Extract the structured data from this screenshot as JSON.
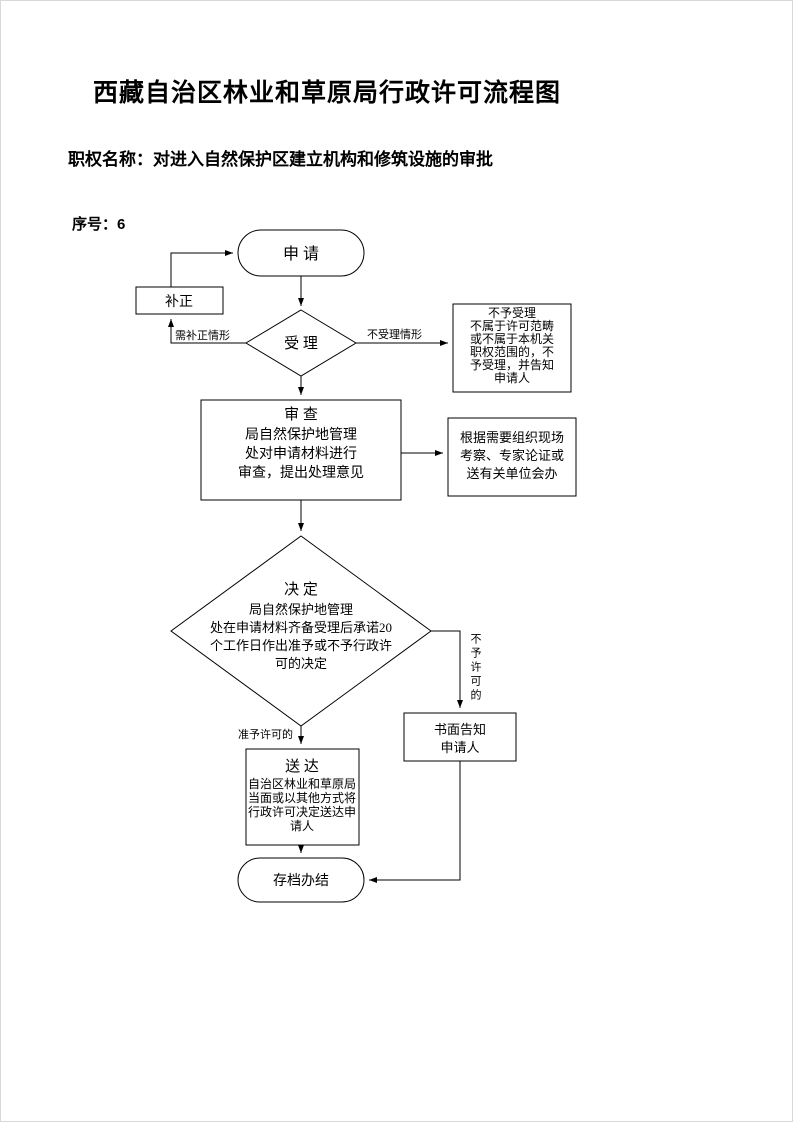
{
  "colors": {
    "ink": "#000000",
    "paper": "#ffffff"
  },
  "page": {
    "title": "西藏自治区林业和草原局行政许可流程图",
    "subtitle": "职权名称：对进入自然保护区建立机构和修筑设施的审批",
    "serial": "序号：6"
  },
  "flow": {
    "apply_label": "申  请",
    "correction_label": "补正",
    "accept_label": "受  理",
    "need_correction_label": "需补正情形",
    "not_accept_label": "不受理情形",
    "reject": {
      "lines": [
        "不予受理",
        "不属于许可范畴",
        "或不属于本机关",
        "职权范围的，不",
        "予受理，并告知",
        "申请人"
      ]
    },
    "review": {
      "title": "审  查",
      "lines": [
        "局自然保护地管理",
        "处对申请材料进行",
        "审查，提出处理意见"
      ]
    },
    "onsite": {
      "lines": [
        "根据需要组织现场",
        "考察、专家论证或",
        "送有关单位会办"
      ]
    },
    "decision": {
      "title": "决  定",
      "lines": [
        "局自然保护地管理",
        "处在申请材料齐备受理后承诺20",
        "个工作日作出准予或不予行政许",
        "可的决定"
      ]
    },
    "granted_label": "准予许可的",
    "denied_label": "不予许可的",
    "notify": {
      "lines": [
        "书面告知",
        "申请人"
      ]
    },
    "deliver": {
      "title": "送  达",
      "lines": [
        "自治区林业和草原局",
        "当面或以其他方式将",
        "行政许可决定送达申",
        "请人"
      ]
    },
    "archive_label": "存档办结"
  }
}
